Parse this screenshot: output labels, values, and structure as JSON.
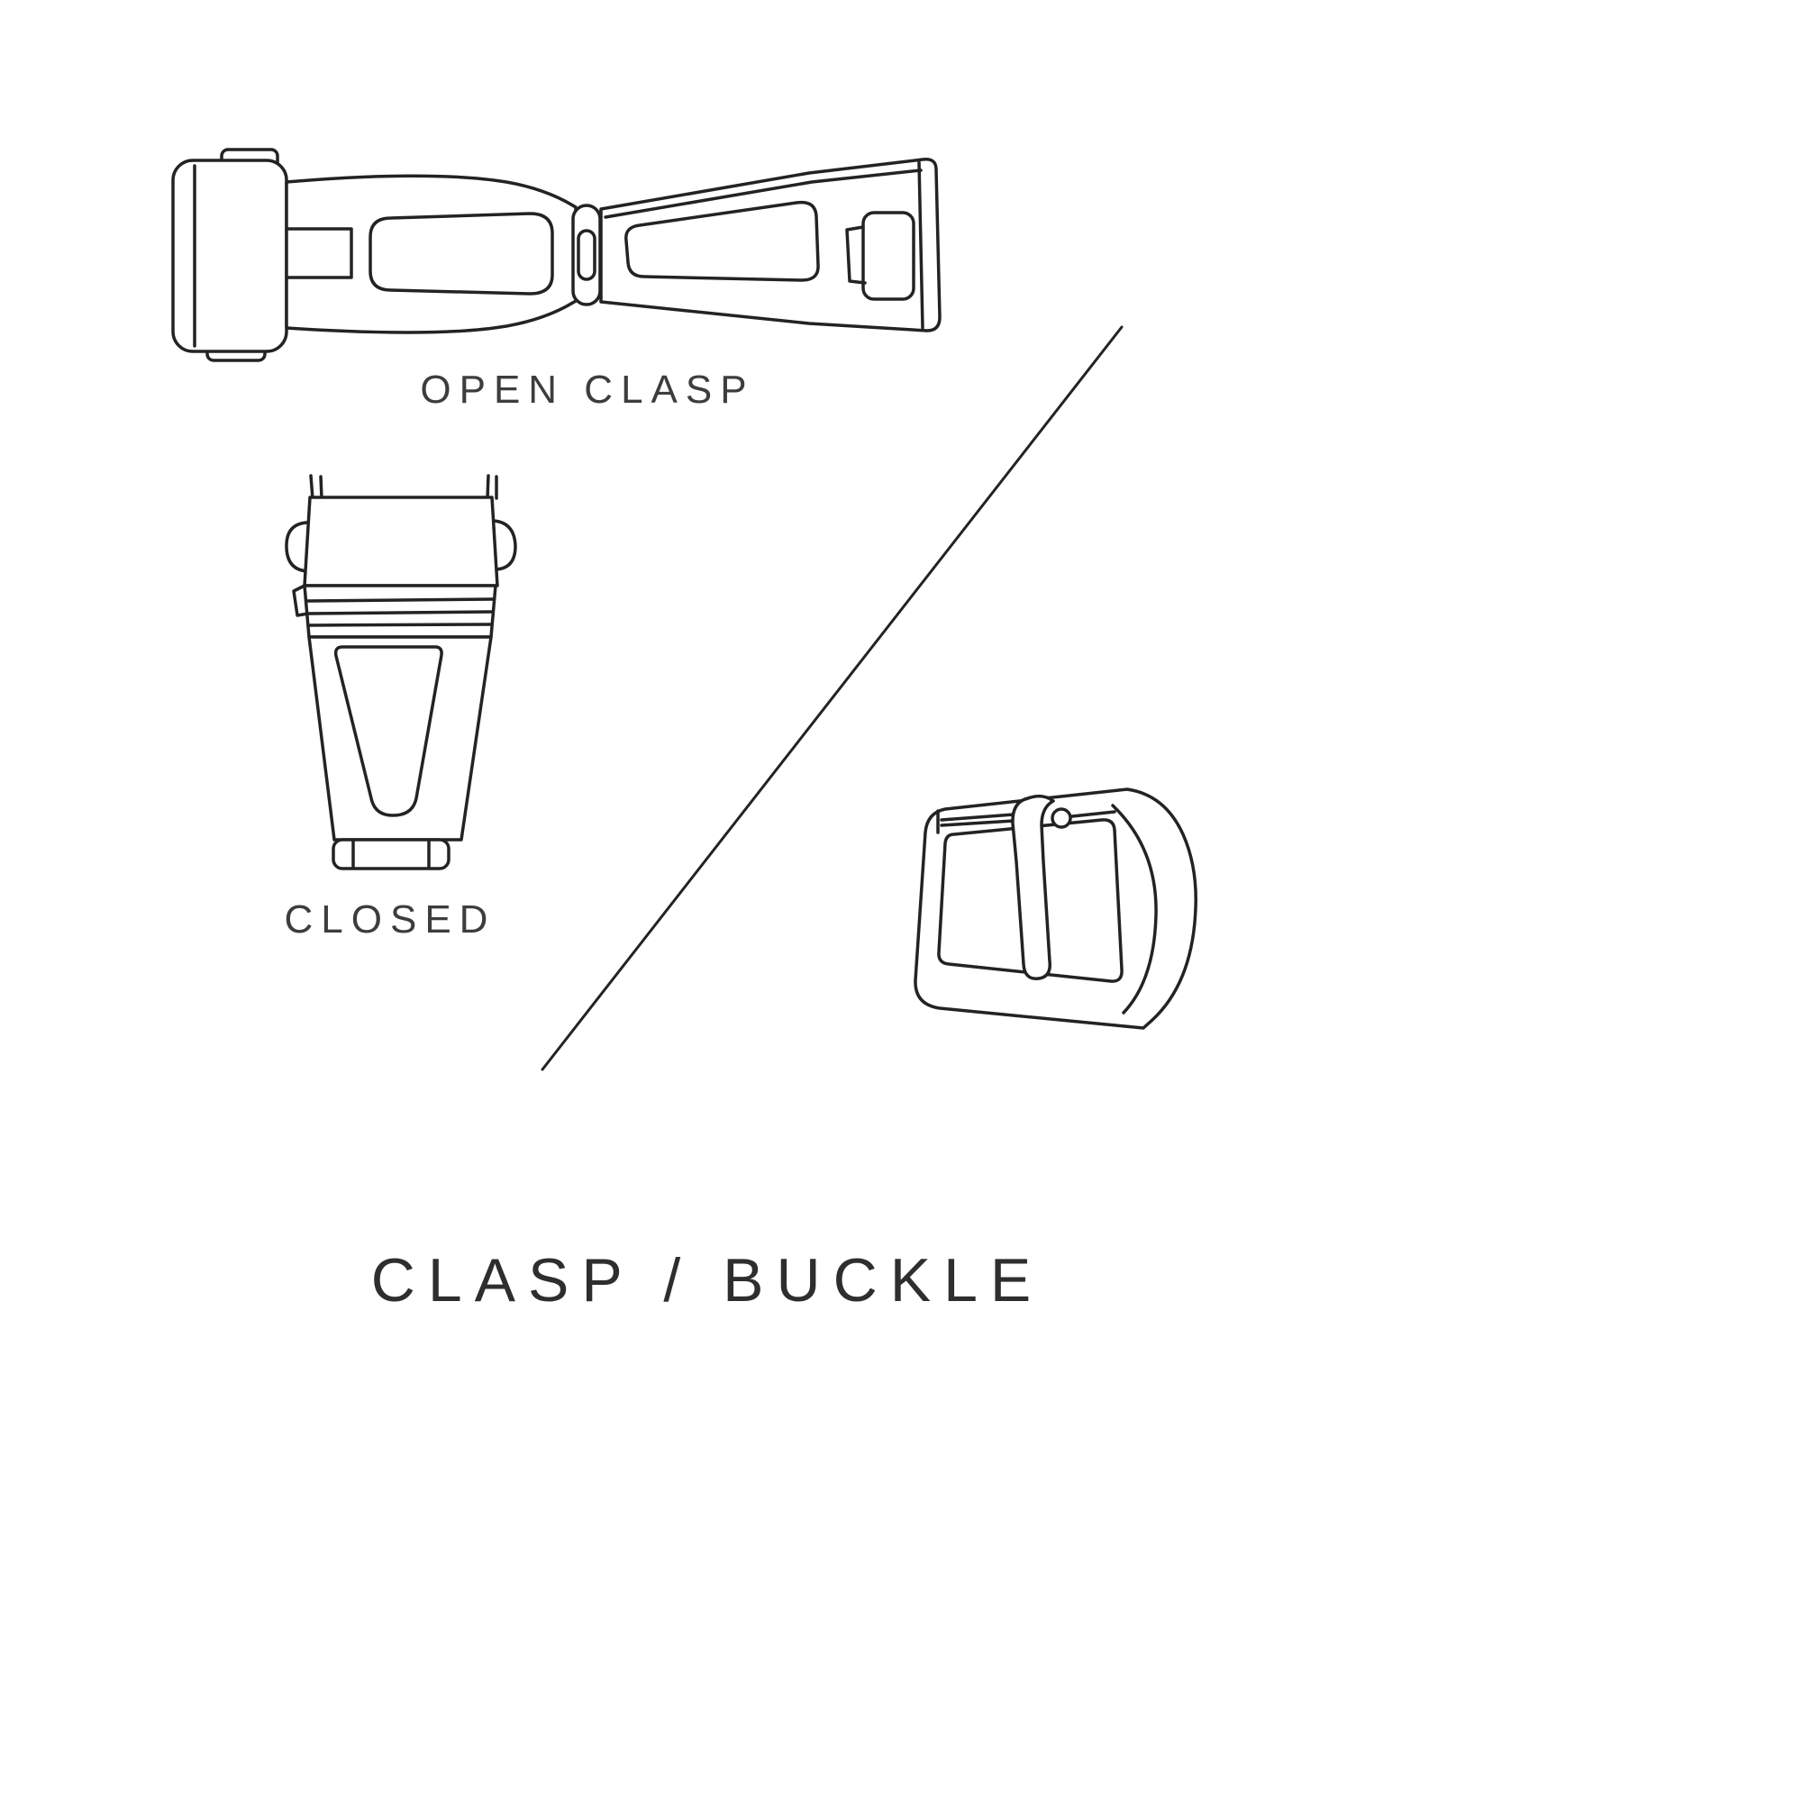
{
  "page": {
    "title": "CLASP / BUCKLE"
  },
  "figures": {
    "open_clasp": {
      "label": "OPEN CLASP",
      "icon": "open-clasp-line-art"
    },
    "closed_clasp": {
      "label": "CLOSED",
      "icon": "closed-clasp-line-art"
    },
    "buckle": {
      "icon": "tang-buckle-line-art"
    }
  },
  "divider": {
    "icon": "diagonal-divider-line"
  },
  "colors": {
    "background": "#ffffff",
    "line": "#232323",
    "label_text": "#3d3d3d",
    "title_text": "#2e2e2e"
  }
}
